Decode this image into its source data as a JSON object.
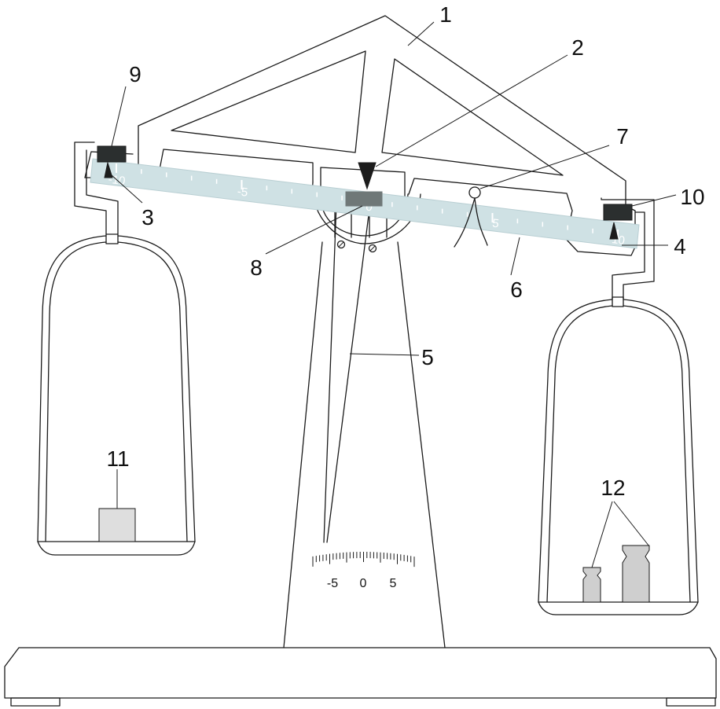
{
  "colors": {
    "ruler": "#cfe1e4",
    "rider": "#2b2f2f",
    "pointer_block": "#6f7878",
    "arrow": "#1c1c1c",
    "weights": "#cfcfcf",
    "object": "#dedede",
    "line": "#1a1a1a"
  },
  "callouts": [
    {
      "id": "1",
      "label": "1"
    },
    {
      "id": "2",
      "label": "2"
    },
    {
      "id": "3",
      "label": "3"
    },
    {
      "id": "4",
      "label": "4"
    },
    {
      "id": "5",
      "label": "5"
    },
    {
      "id": "6",
      "label": "6"
    },
    {
      "id": "7",
      "label": "7"
    },
    {
      "id": "8",
      "label": "8"
    },
    {
      "id": "9",
      "label": "9"
    },
    {
      "id": "10",
      "label": "10"
    },
    {
      "id": "11",
      "label": "11"
    },
    {
      "id": "12",
      "label": "12"
    }
  ],
  "ruler_labels": {
    "left_end": "-10",
    "left_mid": "-5",
    "center": "0",
    "right_mid": "5",
    "right_end": "10"
  },
  "dial_labels": {
    "minus": "-5",
    "zero": "0",
    "plus": "5"
  }
}
